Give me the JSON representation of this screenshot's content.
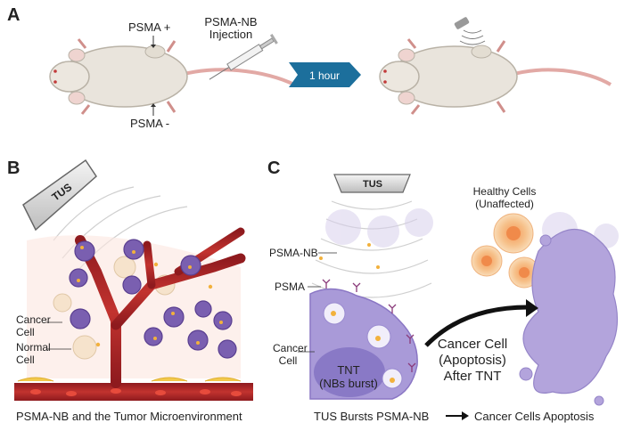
{
  "panel_a": {
    "letter": "A",
    "psma_pos": "PSMA +",
    "psma_neg": "PSMA -",
    "injection_line1": "PSMA-NB",
    "injection_line2": "Injection",
    "arrow_label": "1 hour"
  },
  "panel_b": {
    "letter": "B",
    "tus": "TUS",
    "cancer_cell_1": "Cancer",
    "cancer_cell_2": "Cell",
    "normal_cell_1": "Normal",
    "normal_cell_2": "Cell",
    "caption": "PSMA-NB and the Tumor Microenvironment"
  },
  "panel_c": {
    "letter": "C",
    "tus": "TUS",
    "healthy_1": "Healthy Cells",
    "healthy_2": "(Unaffected)",
    "psma_nb": "PSMA-NB",
    "psma": "PSMA",
    "cancer_cell_1": "Cancer",
    "cancer_cell_2": "Cell",
    "tnt_1": "TNT",
    "tnt_2": "(NBs burst)",
    "apoptosis_1": "Cancer Cell",
    "apoptosis_2": "(Apoptosis)",
    "apoptosis_3": "After TNT",
    "caption_left": "TUS Bursts PSMA-NB",
    "caption_right": "Cancer Cells Apoptosis"
  },
  "colors": {
    "mouse_body": "#e9e4dc",
    "mouse_outline": "#b9b2a6",
    "tail_pink": "#e2a9a5",
    "arrow_blue": "#1c6f9c",
    "vessel_red": "#a31d22",
    "cancer_purple": "#7a5fb0",
    "large_cell": "#b3a4dc",
    "healthy_orange": "#f3b27a"
  }
}
